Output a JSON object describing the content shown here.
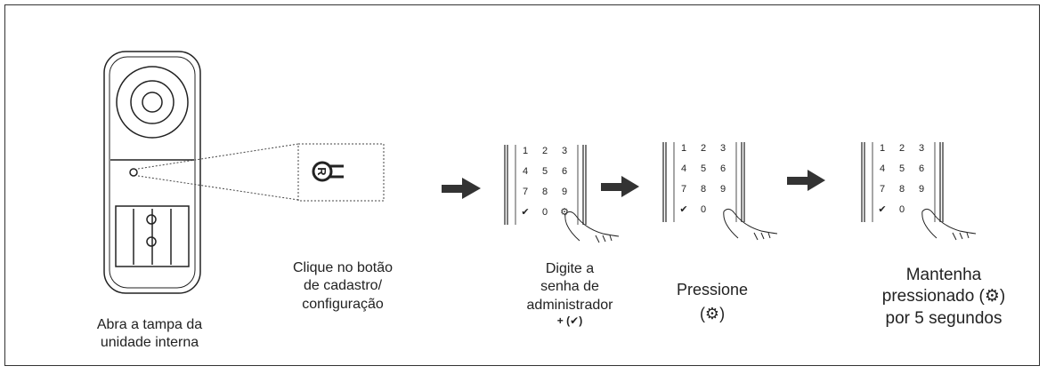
{
  "steps": [
    {
      "lines": [
        "Abra a tampa da",
        "unidade interna"
      ]
    },
    {
      "lines": [
        "Clique no botão",
        "de cadastro/",
        "configuração"
      ]
    },
    {
      "lines": [
        "Digite a",
        "senha de",
        "administrador"
      ],
      "suffix": "+ (✔)"
    },
    {
      "lines": [
        "Pressione",
        "(⚙)"
      ]
    },
    {
      "lines": [
        "Mantenha",
        "pressionado (⚙)",
        "por 5 segundos"
      ]
    }
  ],
  "keypad": {
    "keys": [
      "1",
      "2",
      "3",
      "4",
      "5",
      "6",
      "7",
      "8",
      "9",
      "✔",
      "0",
      "⚙"
    ]
  },
  "button_label": "R",
  "colors": {
    "line": "#222222",
    "arrow": "#333333",
    "border": "#333333"
  }
}
